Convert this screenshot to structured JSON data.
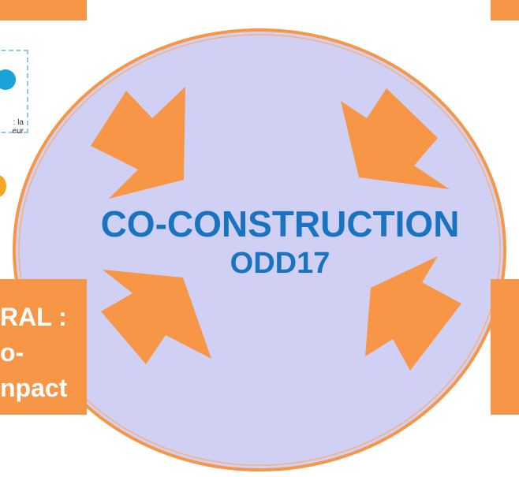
{
  "center": {
    "title_line1": "CO-CONSTRUCTION",
    "title_line2": "ODD17"
  },
  "left_box": {
    "line1": "RAL :",
    "line2": "o-",
    "line3": "npact"
  },
  "side_caption": {
    "line1": ": la",
    "line2": "eur"
  },
  "colors": {
    "circle_fill": "#d0d0f4",
    "circle_border": "#f79646",
    "arrow_fill": "#f79646",
    "title_text": "#1a73c1",
    "box_fill": "#f79646"
  },
  "icons": {
    "arrows": "arrow-icon",
    "small_badge": "circle-badge-icon"
  }
}
